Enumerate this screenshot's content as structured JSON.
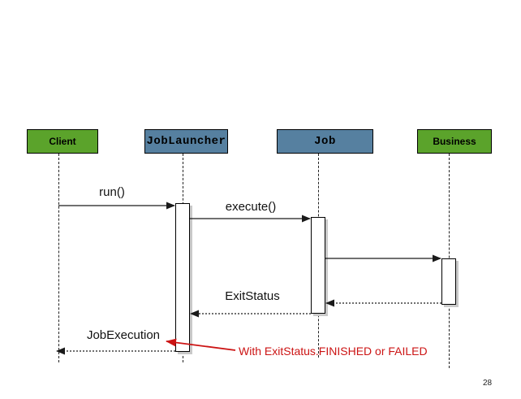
{
  "diagram": {
    "type": "uml-sequence",
    "actors": [
      {
        "label": "Client",
        "fill": "#5ba32b"
      },
      {
        "label": "JobLauncher",
        "fill": "#5680a0"
      },
      {
        "label": "Job",
        "fill": "#5680a0"
      },
      {
        "label": "Business",
        "fill": "#5ba32b"
      }
    ],
    "messages": [
      {
        "label": "run()",
        "from": "Client",
        "to": "JobLauncher",
        "line": "solid"
      },
      {
        "label": "execute()",
        "from": "JobLauncher",
        "to": "Job",
        "line": "solid"
      },
      {
        "label": "",
        "from": "Job",
        "to": "Business",
        "line": "solid"
      },
      {
        "label": "",
        "from": "Business",
        "to": "Job",
        "line": "dotted"
      },
      {
        "label": "ExitStatus",
        "from": "Job",
        "to": "JobLauncher",
        "line": "dotted"
      },
      {
        "label": "JobExecution",
        "from": "JobLauncher",
        "to": "Client",
        "line": "dotted"
      }
    ],
    "annotation": {
      "text": "With ExitStatus.FINISHED or FAILED",
      "color": "#cc1414",
      "points_to": "JobExecution"
    },
    "page_number": "28",
    "colors": {
      "actor_green": "#5ba32b",
      "actor_blue": "#5680a0",
      "line": "#1a1a1a",
      "activation_shadow": "#c9c9c9"
    }
  }
}
